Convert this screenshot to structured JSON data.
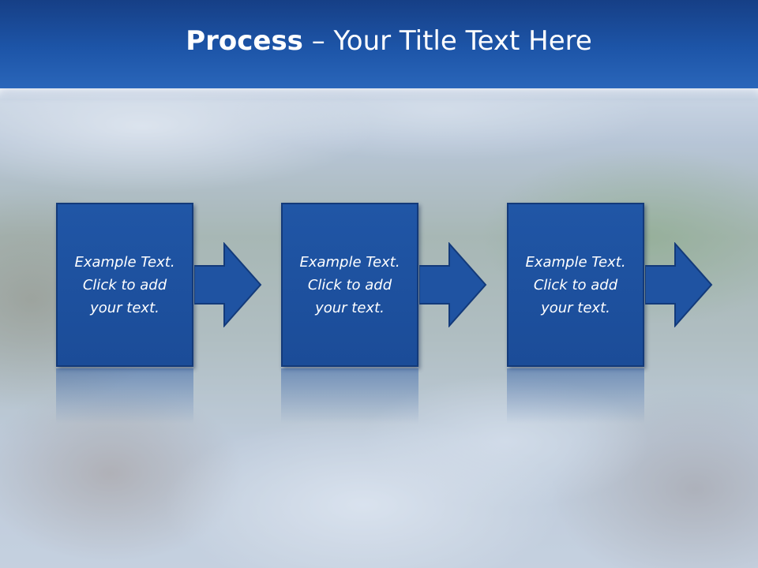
{
  "slide": {
    "title_bold": "Process",
    "title_rest": " – Your Title Text Here"
  },
  "steps": [
    {
      "line1": "Example Text.",
      "line2": "Click  to add",
      "line3": "your text."
    },
    {
      "line1": "Example Text.",
      "line2": "Click  to add",
      "line3": "your text."
    },
    {
      "line1": "Example Text.",
      "line2": "Click  to add",
      "line3": "your text."
    }
  ],
  "colors": {
    "title_bar": "#1d55a8",
    "box_fill": "#1f53a2",
    "box_border": "#133a7a",
    "arrow_fill": "#1f53a2",
    "text": "#ffffff"
  },
  "icons": {
    "arrow": "right-arrow-icon"
  }
}
